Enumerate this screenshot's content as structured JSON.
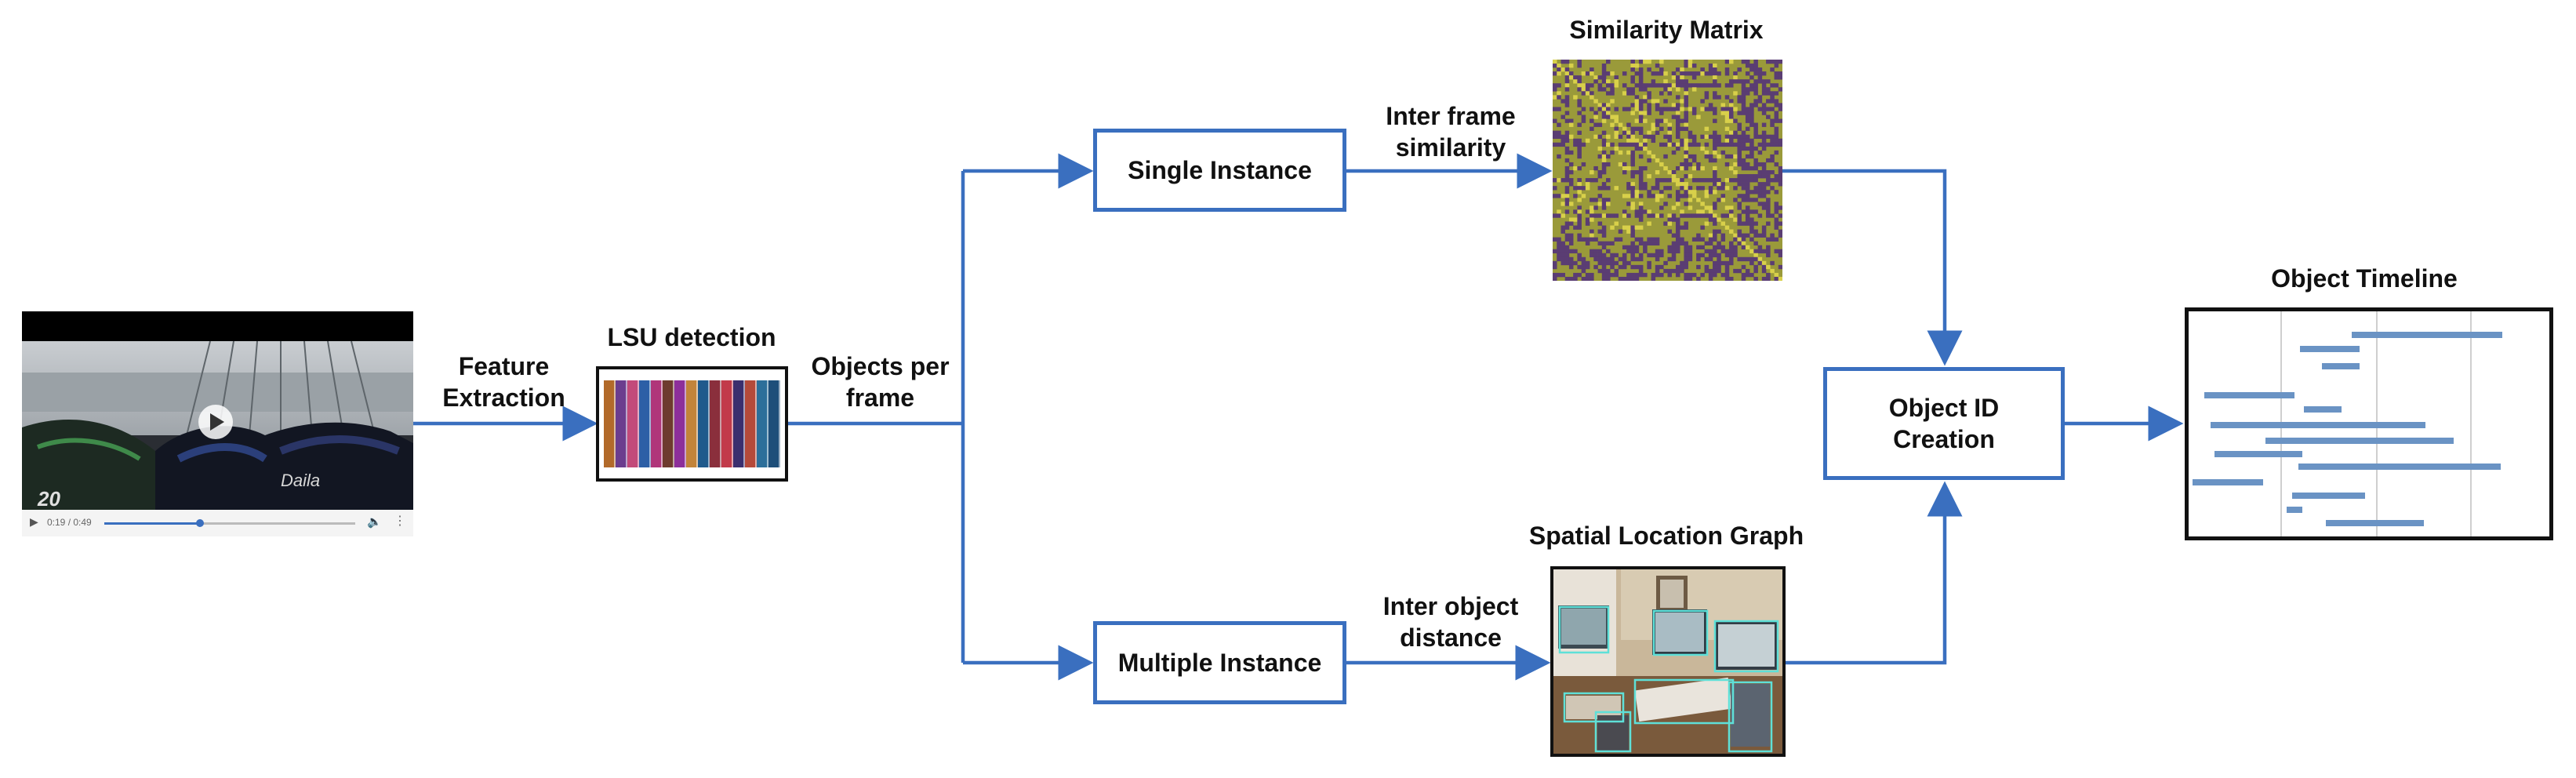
{
  "video": {
    "time": "0:19 / 0:49"
  },
  "labels": {
    "feature_extraction": [
      "Feature",
      "Extraction"
    ],
    "lsu_detection": "LSU detection",
    "objects_per_frame": [
      "Objects per",
      "frame"
    ],
    "inter_frame_similarity": [
      "Inter frame",
      "similarity"
    ],
    "inter_object_distance": [
      "Inter object",
      "distance"
    ],
    "similarity_matrix": "Similarity Matrix",
    "spatial_location_graph": "Spatial Location Graph",
    "object_timeline": "Object Timeline"
  },
  "boxes": {
    "single_instance": "Single Instance",
    "multiple_instance": "Multiple Instance",
    "object_id_creation": [
      "Object ID",
      "Creation"
    ]
  },
  "colors": {
    "arrow": "#3a6fbf",
    "timeline_bar": "#6a93c4",
    "matrix_base": "#9a9a3a",
    "matrix_dark": "#5a3d73",
    "matrix_light": "#d8d04a"
  },
  "lsu_stripe_colors": [
    "#b26a2a",
    "#6b3d8e",
    "#c24a7a",
    "#2d5fa6",
    "#b0367a",
    "#6e3b2e",
    "#8d2f9a",
    "#c2843a",
    "#1f5a8c",
    "#8a2f3c",
    "#c23a4a",
    "#3b2f6e",
    "#b54a3a",
    "#2c6f9a",
    "#1e4f7a"
  ]
}
